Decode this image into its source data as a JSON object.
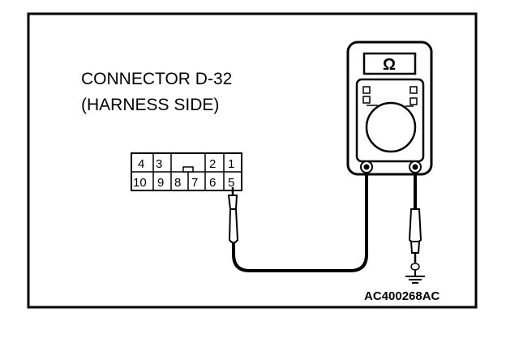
{
  "connector": {
    "name_line1": "CONNECTOR D-32",
    "name_line2": "(HARNESS SIDE)",
    "top_row": [
      "4",
      "3",
      "2",
      "1"
    ],
    "bottom_row": [
      "10",
      "9",
      "8",
      "7",
      "6",
      "5"
    ],
    "probed_terminal": "5"
  },
  "meter": {
    "mode_symbol": "Ω",
    "mode": "ohmmeter"
  },
  "ground_symbol": "ground-icon",
  "reference_code": "AC400268AC"
}
